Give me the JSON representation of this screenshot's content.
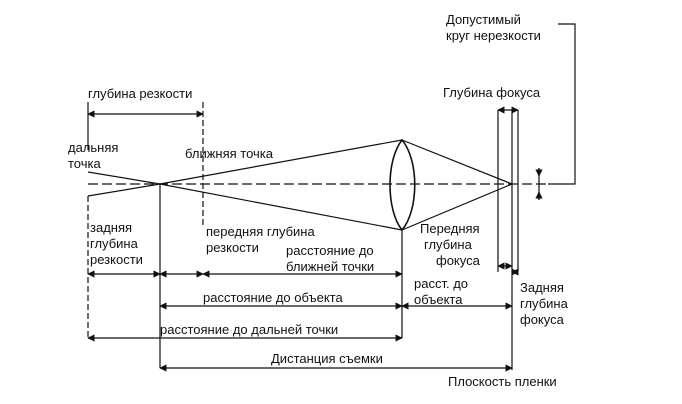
{
  "diagram": {
    "labels": {
      "depth_of_field": "глубина резкости",
      "far_point_line1": "дальняя",
      "far_point_line2": "точка",
      "near_point": "ближняя точка",
      "rear_dof_line1": "задняя",
      "rear_dof_line2": "глубина",
      "rear_dof_line3": "резкости",
      "front_dof_line1": "передняя глубина",
      "front_dof_line2": "резкости",
      "dist_near_line1": "расстояние до",
      "dist_near_line2": "ближней точки",
      "dist_object": "расстояние до объекта",
      "dist_far": "расстояние до дальней точки",
      "shooting_distance": "Дистанция съемки",
      "film_plane": "Плоскость пленки",
      "coc_line1": "Допустимый",
      "coc_line2": "круг нерезкости",
      "depth_of_focus": "Глубина фокуса",
      "front_dfocus_line1": "Передняя",
      "front_dfocus_line2": "глубина",
      "front_dfocus_line3": "фокуса",
      "dist_obj_short_line1": "расст. до",
      "dist_obj_short_line2": "объекта",
      "rear_dfocus_line1": "Задняя",
      "rear_dfocus_line2": "глубина",
      "rear_dfocus_line3": "фокуса"
    },
    "colors": {
      "ink": "#111111",
      "background": "#ffffff"
    }
  }
}
